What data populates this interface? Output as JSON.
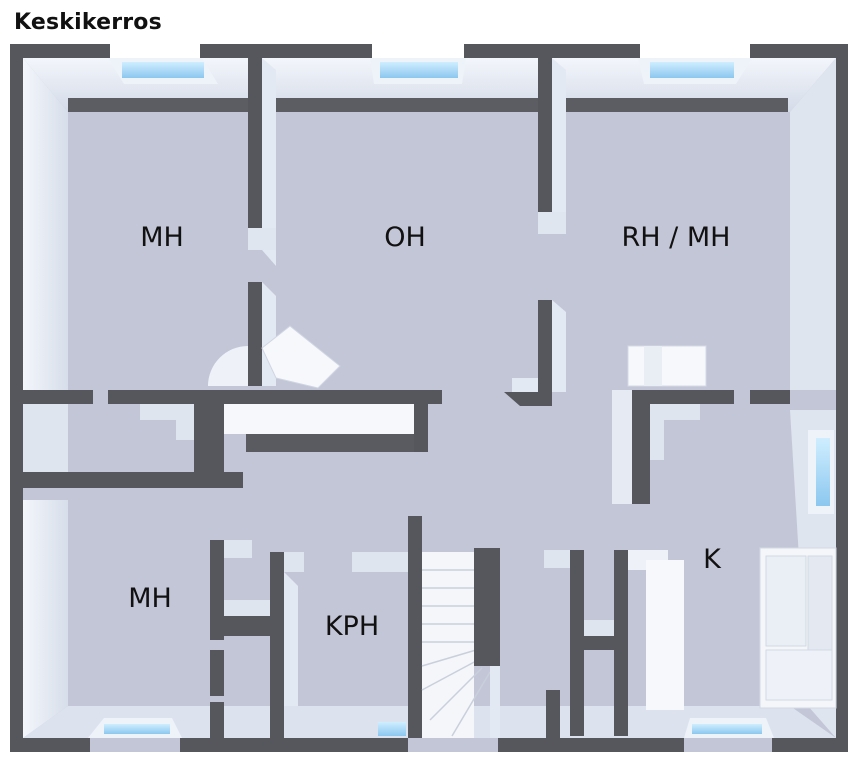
{
  "title": "Keskikerros",
  "rooms": [
    {
      "label": "MH"
    },
    {
      "label": "OH"
    },
    {
      "label": "RH / MH"
    },
    {
      "label": "MH"
    },
    {
      "label": "KPH"
    },
    {
      "label": "K"
    }
  ],
  "colors": {
    "floor": "#c3c6d7",
    "wall_top": "#56575c",
    "wall_face": "#e9eef6",
    "wall_shadow": "#b7c0d3",
    "window": "#a9d7f5",
    "fixture": "#f7f8fb"
  }
}
